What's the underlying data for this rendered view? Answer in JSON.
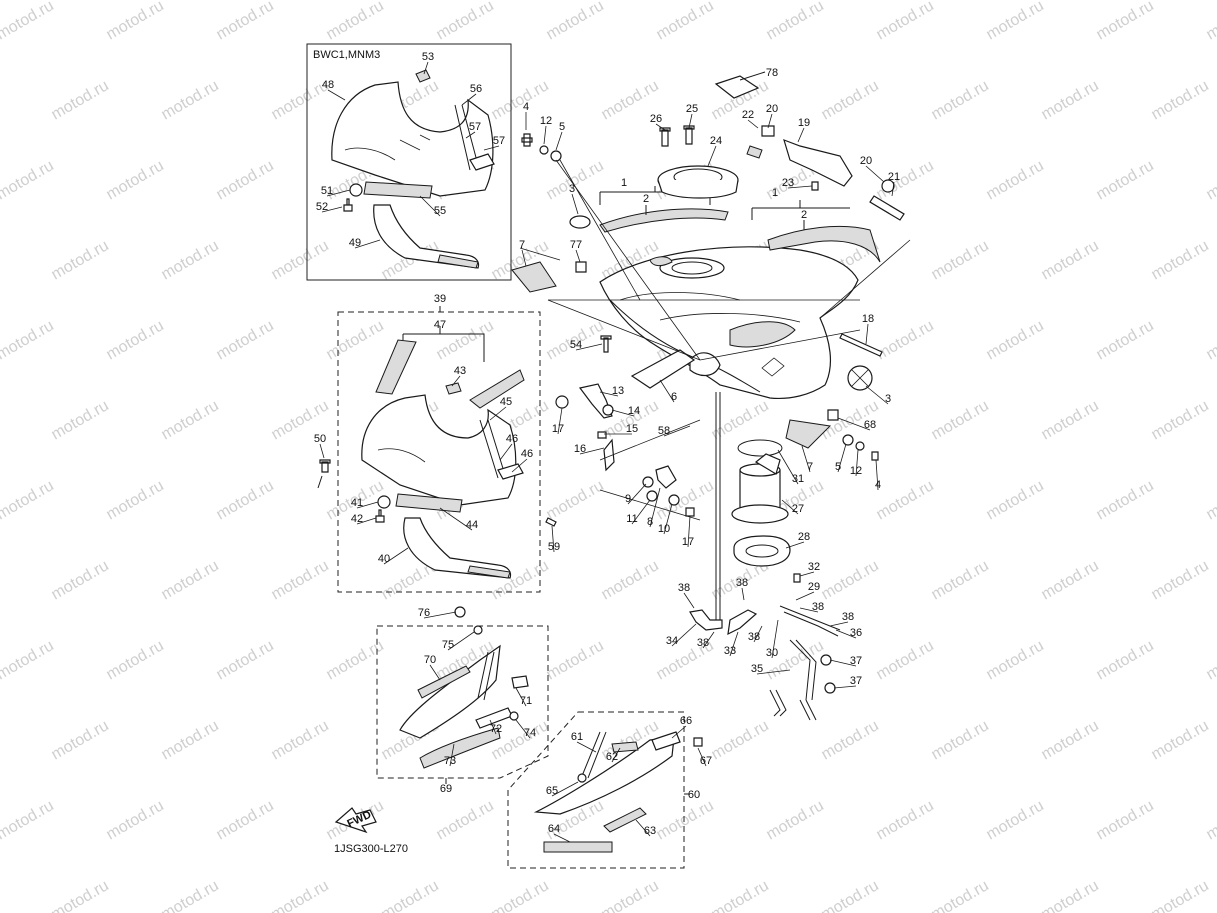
{
  "inset_label": "BWC1,MNM3",
  "diagram_code": "1JSG300-L270",
  "fwd_label": "FWD",
  "watermark": "motod.ru",
  "callouts": {
    "c1": "1",
    "c2": "2",
    "c3": "3",
    "c4": "4",
    "c5": "5",
    "c6": "6",
    "c7": "7",
    "c8": "8",
    "c9": "9",
    "c10": "10",
    "c11": "11",
    "c12": "12",
    "c13": "13",
    "c14": "14",
    "c15": "15",
    "c16": "16",
    "c17": "17",
    "c18": "18",
    "c19": "19",
    "c20": "20",
    "c21": "21",
    "c22": "22",
    "c23": "23",
    "c24": "24",
    "c25": "25",
    "c26": "26",
    "c27": "27",
    "c28": "28",
    "c29": "29",
    "c30": "30",
    "c31": "31",
    "c32": "32",
    "c33": "33",
    "c34": "34",
    "c35": "35",
    "c36": "36",
    "c37": "37",
    "c38": "38",
    "c39": "39",
    "c40": "40",
    "c41": "41",
    "c42": "42",
    "c43": "43",
    "c44": "44",
    "c45": "45",
    "c46": "46",
    "c47": "47",
    "c48": "48",
    "c49": "49",
    "c50": "50",
    "c51": "51",
    "c52": "52",
    "c53": "53",
    "c54": "54",
    "c55": "55",
    "c56": "56",
    "c57": "57",
    "c58": "58",
    "c59": "59",
    "c60": "60",
    "c61": "61",
    "c62": "62",
    "c63": "63",
    "c64": "64",
    "c65": "65",
    "c66": "66",
    "c67": "67",
    "c68": "68",
    "c69": "69",
    "c70": "70",
    "c71": "71",
    "c72": "72",
    "c73": "73",
    "c74": "74",
    "c75": "75",
    "c76": "76",
    "c77": "77",
    "c78": "78"
  }
}
